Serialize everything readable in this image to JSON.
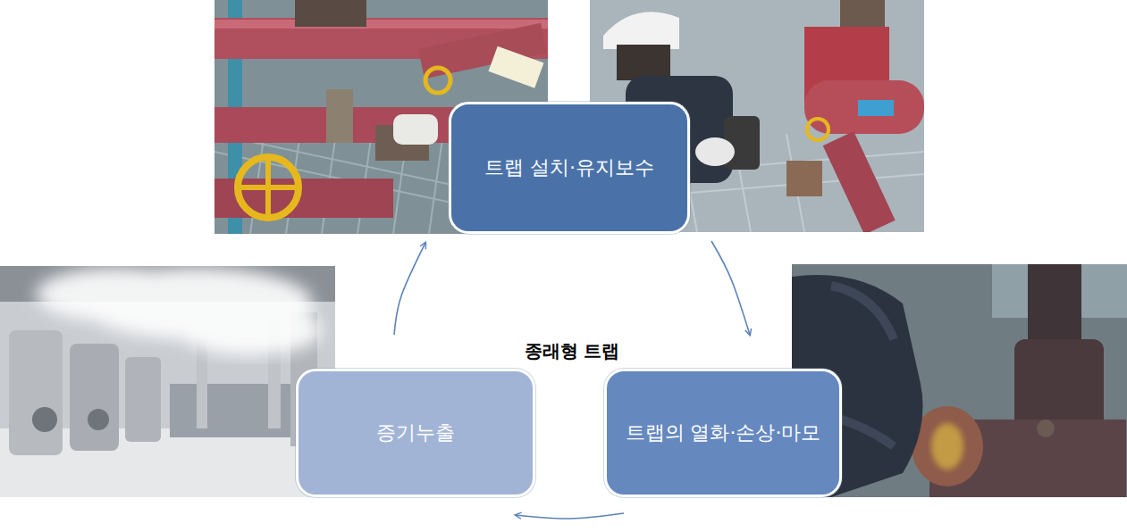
{
  "diagram": {
    "nodes": [
      {
        "text": [
          "트랩 설치·유지보수"
        ]
      },
      {
        "text": [
          "트랩의 열화·손상·마모"
        ]
      },
      {
        "text": [
          "증기누출"
        ]
      }
    ],
    "edges": [
      {
        "from": 0,
        "to": 1,
        "arrow": "to"
      },
      {
        "from": 1,
        "to": 2,
        "arrow": "to"
      },
      {
        "from": 2,
        "to": 0,
        "arrow": "to"
      }
    ],
    "labels": [
      "종래형 트랩"
    ]
  }
}
